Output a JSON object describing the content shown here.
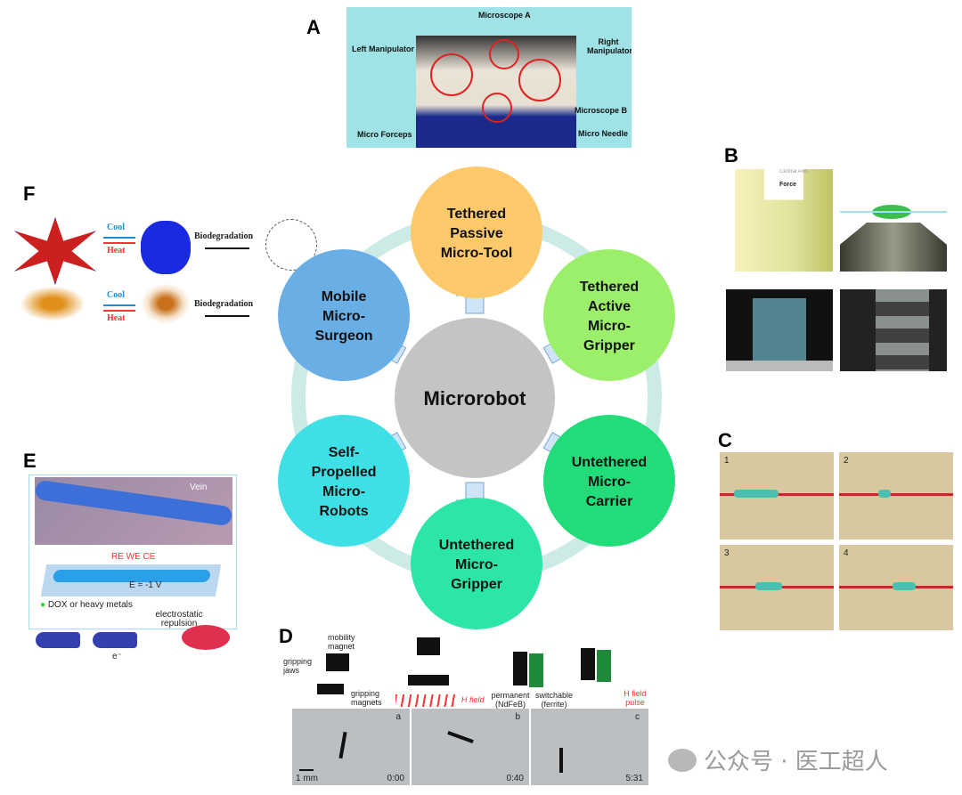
{
  "panels": {
    "A": {
      "label": "A",
      "annotations": [
        "Microscope A",
        "Left Manipulator",
        "Right Manipulator",
        "Microscope B",
        "Micro Forceps",
        "Micro Needle"
      ]
    },
    "B": {
      "label": "B",
      "annotations": [
        "Central Axis",
        "Force"
      ]
    },
    "C": {
      "label": "C",
      "frames": [
        "1",
        "2",
        "3",
        "4"
      ]
    },
    "D": {
      "label": "D",
      "annotations": [
        "mobility magnet",
        "gripping jaws",
        "gripping magnets",
        "H field",
        "permanent (NdFeB)",
        "switchable (ferrite)",
        "H field pulse"
      ],
      "frames": [
        {
          "letter": "a",
          "time": "0:00"
        },
        {
          "letter": "b",
          "time": "0:40"
        },
        {
          "letter": "c",
          "time": "5:31"
        }
      ],
      "scale_bar": "1 mm"
    },
    "E": {
      "label": "E",
      "annotations": [
        "Vein",
        "RE WE CE",
        "E = -1 V",
        "DOX or heavy metals",
        "electrostatic repulsion",
        "e⁻"
      ]
    },
    "F": {
      "label": "F",
      "rows": [
        {
          "cool": "Cool",
          "heat": "Heat",
          "process": "Biodegradation"
        },
        {
          "cool": "Cool",
          "heat": "Heat",
          "process": "Biodegradation"
        }
      ]
    }
  },
  "diagram": {
    "center": "Microrobot",
    "nodes": [
      {
        "label": [
          "Tethered",
          "Passive",
          "Micro-Tool"
        ],
        "color": "#fdc96a"
      },
      {
        "label": [
          "Tethered",
          "Active",
          "Micro-",
          "Gripper"
        ],
        "color": "#9bef6a"
      },
      {
        "label": [
          "Untethered",
          "Micro-",
          "Carrier"
        ],
        "color": "#22dc7a"
      },
      {
        "label": [
          "Untethered",
          "Micro-",
          "Gripper"
        ],
        "color": "#2be6a8"
      },
      {
        "label": [
          "Self-",
          "Propelled",
          "Micro-",
          "Robots"
        ],
        "color": "#3ee0e6"
      },
      {
        "label": [
          "Mobile",
          "Micro-",
          "Surgeon"
        ],
        "color": "#6aaee6"
      }
    ]
  },
  "watermark": "公众号 · 医工超人"
}
